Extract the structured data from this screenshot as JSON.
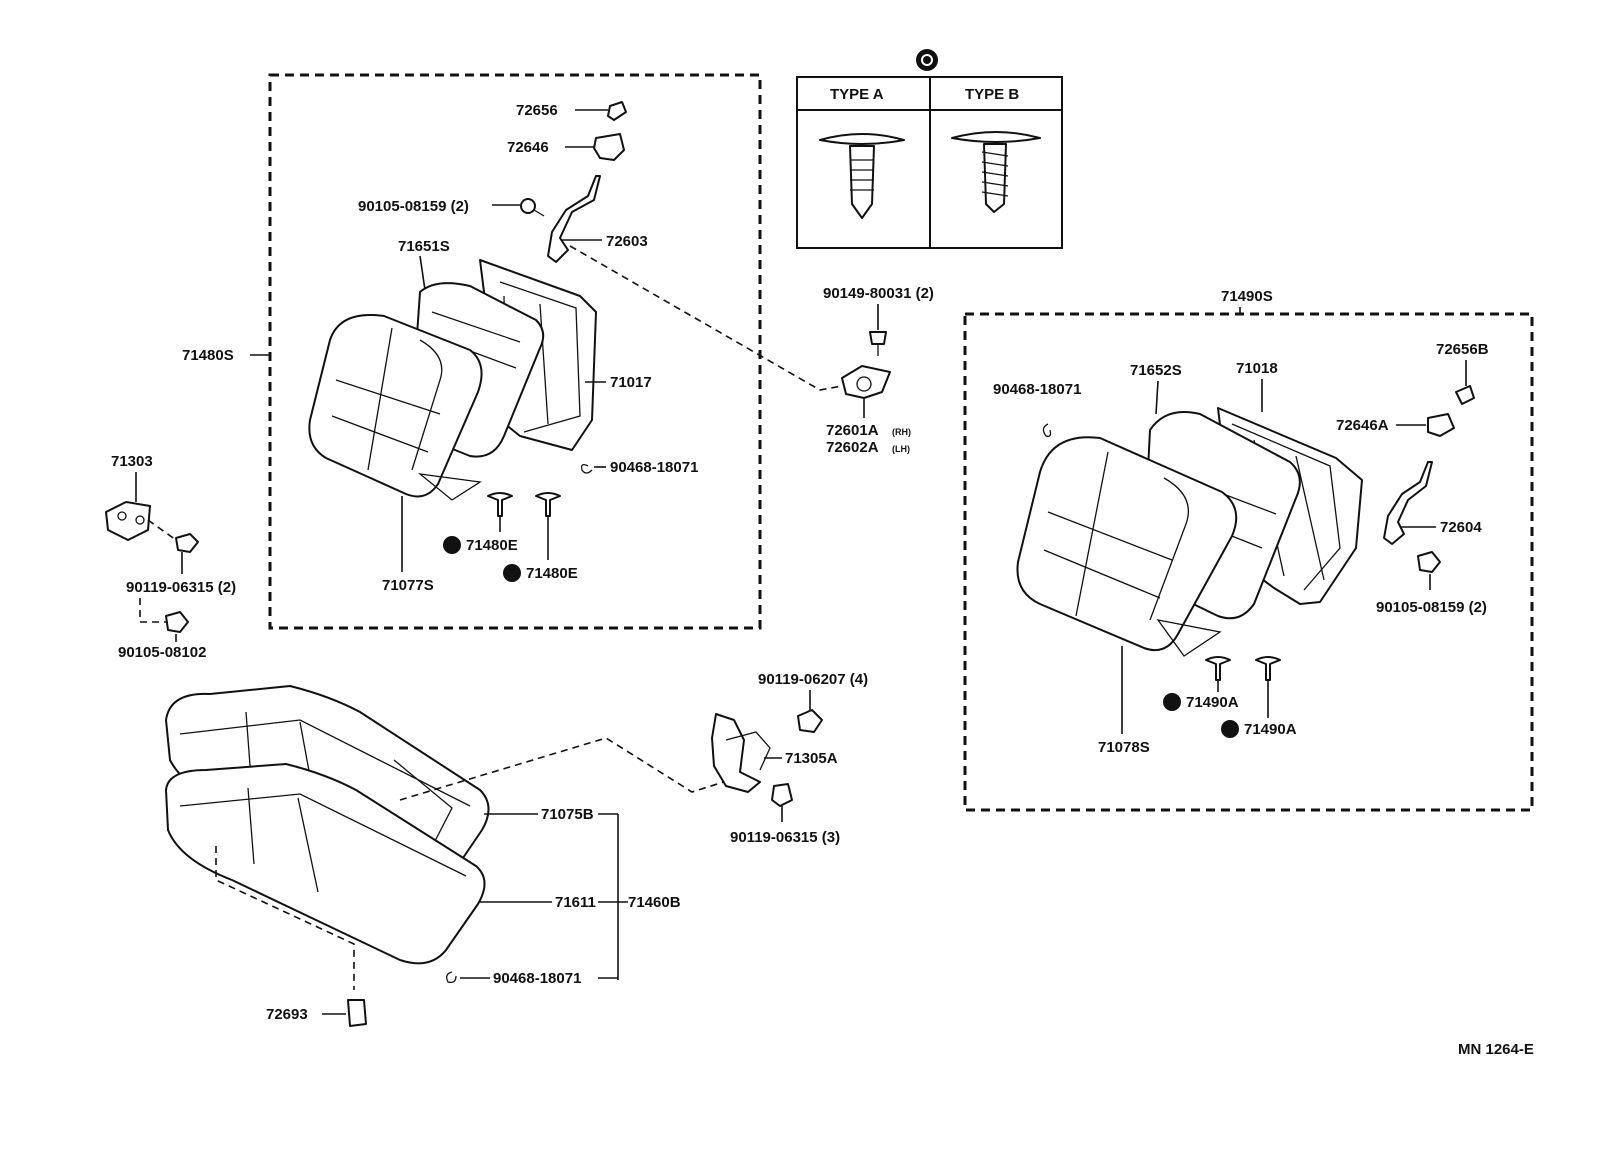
{
  "diagram_code": "MN 1264-E",
  "legend": {
    "header_a": "TYPE A",
    "header_b": "TYPE B"
  },
  "labels": {
    "p72656": "72656",
    "p72646": "72646",
    "p90105_08159_l": "90105-08159 (2)",
    "p72603": "72603",
    "p71651S": "71651S",
    "p71480S": "71480S",
    "p71017": "71017",
    "p90468_18071_a": "90468-18071",
    "p71480E_1": "71480E",
    "p71480E_2": "71480E",
    "p71077S": "71077S",
    "p90149_80031": "90149-80031 (2)",
    "p72601A": "72601A",
    "p72601A_side": "(RH)",
    "p72602A": "72602A",
    "p72602A_side": "(LH)",
    "p71303": "71303",
    "p90119_06315_2": "90119-06315 (2)",
    "p90105_08102": "90105-08102",
    "p71490S": "71490S",
    "p90468_18071_b": "90468-18071",
    "p71652S": "71652S",
    "p71018": "71018",
    "p72656B": "72656B",
    "p72646A": "72646A",
    "p72604": "72604",
    "p90105_08159_r": "90105-08159 (2)",
    "p71490A_1": "71490A",
    "p71490A_2": "71490A",
    "p71078S": "71078S",
    "p90119_06207": "90119-06207 (4)",
    "p71305A": "71305A",
    "p90119_06315_3": "90119-06315 (3)",
    "p71075B": "71075B",
    "p71611": "71611",
    "p71460B": "71460B",
    "p90468_18071_c": "90468-18071",
    "p72693": "72693"
  }
}
